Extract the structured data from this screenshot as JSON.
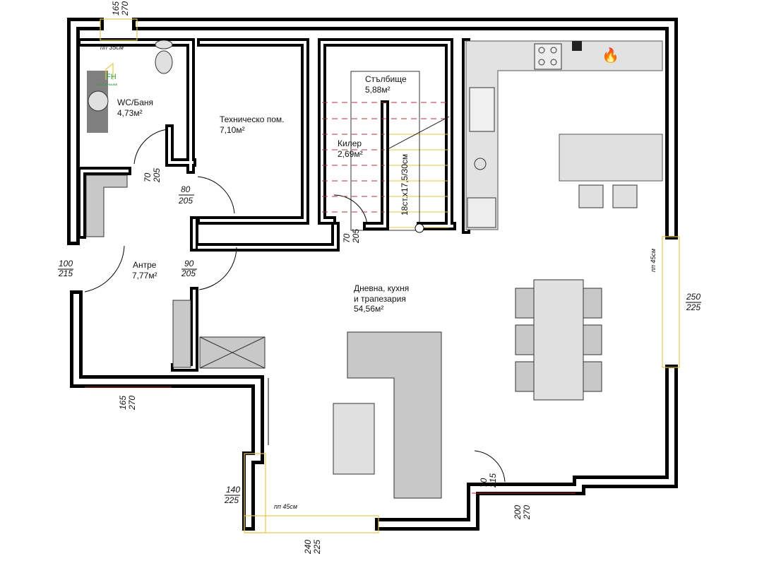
{
  "logo": {
    "letters": "FH",
    "text": "FLAT & HOUSE",
    "color": "#2e9e4f",
    "accent": "#e8c84a"
  },
  "rooms": [
    {
      "name": "WC/Баня",
      "area": "4,73м²"
    },
    {
      "name": "Техническо пом.",
      "area": "7,10м²"
    },
    {
      "name": "Стълбище",
      "area": "5,88м²"
    },
    {
      "name": "Килер",
      "area": "2,69м²"
    },
    {
      "name": "Антре",
      "area": "7,77м²"
    },
    {
      "name": "Дневна, кухня",
      "name2": "и трапезария",
      "area": "54,56м²"
    }
  ],
  "stair_note": "18ст.x17,5/30см",
  "sill_notes": [
    "пп 35см",
    "пп 45см",
    "пп 45см"
  ],
  "dimensions": [
    {
      "w": "165",
      "h": "270"
    },
    {
      "w": "70",
      "h": "205"
    },
    {
      "w": "80",
      "h": "205"
    },
    {
      "w": "70",
      "h": "205"
    },
    {
      "w": "100",
      "h": "215"
    },
    {
      "w": "90",
      "h": "205"
    },
    {
      "w": "250",
      "h": "225"
    },
    {
      "w": "165",
      "h": "270"
    },
    {
      "w": "140",
      "h": "225"
    },
    {
      "w": "240",
      "h": "225"
    },
    {
      "w": "70",
      "h": "215"
    },
    {
      "w": "200",
      "h": "270"
    }
  ],
  "colors": {
    "wall": "#000000",
    "furniture": "#c8c8c8",
    "window": "#e8c84a",
    "stair_dash": "#b03040",
    "opening": "#cc2222"
  }
}
